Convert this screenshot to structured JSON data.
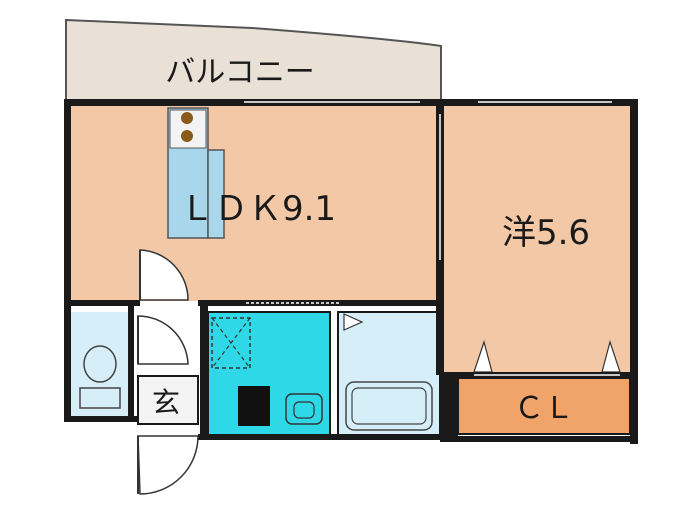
{
  "rooms": {
    "balcony": {
      "label": "バルコニー"
    },
    "ldk": {
      "label": "ＬＤＫ9.1"
    },
    "western": {
      "label": "洋5.6"
    },
    "entrance": {
      "label": "玄"
    },
    "closet": {
      "label": "ＣＬ"
    }
  },
  "colors": {
    "room_floor": "#f3c8a6",
    "wet_area": "#d6eef8",
    "washroom": "#2ed8e6",
    "closet_fill": "#f0a46a",
    "balcony_fill": "#e9e1d6",
    "wall": "#1a1a1a"
  }
}
